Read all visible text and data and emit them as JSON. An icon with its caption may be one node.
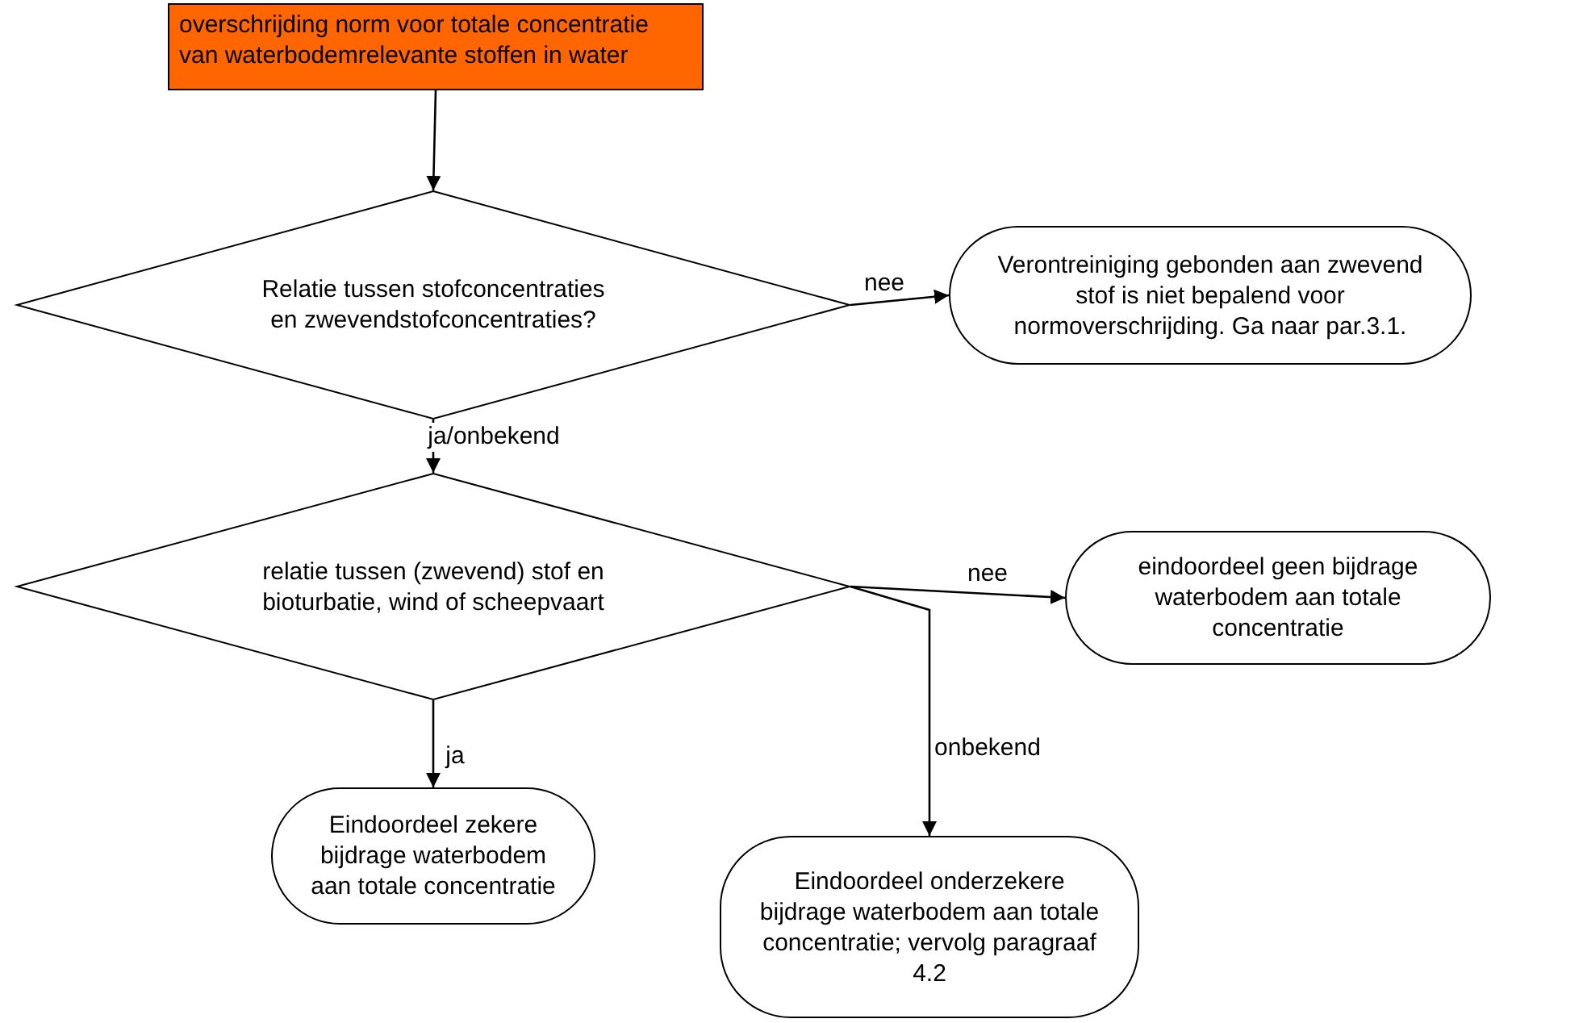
{
  "diagram": {
    "nodes": [
      {
        "text": [
          "overschrijding norm voor totale concentratie van waterbodemrelevante stoffen in water"
        ]
      },
      {
        "text": [
          "Relatie tussen stofconcentraties en zwevendstofconcentraties?"
        ]
      },
      {
        "text": [
          "Verontreiniging gebonden aan zwevend stof is niet bepalend voor normoverschrijding. Ga naar par.3.1."
        ]
      },
      {
        "text": [
          "relatie tussen (zwevend) stof en bioturbatie, wind of scheepvaart"
        ]
      },
      {
        "text": [
          "eindoordeel geen bijdrage waterbodem aan totale concentratie"
        ]
      },
      {
        "text": [
          "Eindoordeel zekere bijdrage waterbodem aan totale concentratie"
        ]
      },
      {
        "text": [
          "Eindoordeel onderzekere bijdrage waterbodem aan totale concentratie; vervolg paragraaf 4.2"
        ]
      }
    ],
    "edges": [
      {
        "from": 0,
        "to": 1,
        "arrow": "to"
      },
      {
        "from": 1,
        "to": 2,
        "arrow": "to",
        "label": "nee"
      },
      {
        "from": 1,
        "to": 3,
        "arrow": "to",
        "label": "ja/onbekend"
      },
      {
        "from": 3,
        "to": 4,
        "arrow": "to",
        "label": "nee"
      },
      {
        "from": 3,
        "to": 5,
        "arrow": "to",
        "label": "ja"
      },
      {
        "from": 3,
        "to": 6,
        "arrow": "to",
        "label": "onbekend"
      }
    ]
  }
}
